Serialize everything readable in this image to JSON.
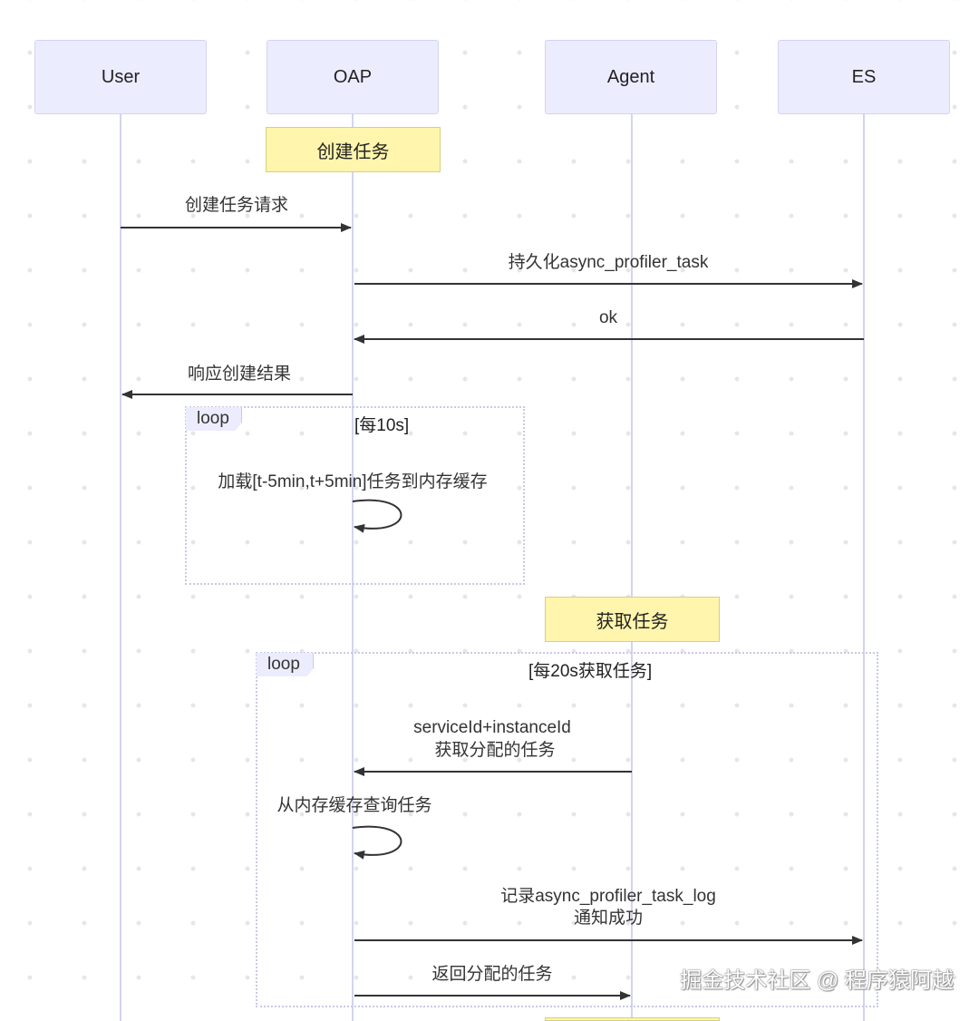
{
  "actors": [
    "User",
    "OAP",
    "Agent",
    "ES"
  ],
  "notes": {
    "create_task": "创建任务",
    "fetch_task": "获取任务"
  },
  "messages": {
    "m1": "创建任务请求",
    "m2": "持久化async_profiler_task",
    "m3": "ok",
    "m4": "响应创建结果",
    "m5": "加载[t-5min,t+5min]任务到内存缓存",
    "m6_line1": "serviceId+instanceId",
    "m6_line2": "获取分配的任务",
    "m7": "从内存缓存查询任务",
    "m8_line1": "记录async_profiler_task_log",
    "m8_line2": "通知成功",
    "m9": "返回分配的任务"
  },
  "loops": {
    "loop1": {
      "tag": "loop",
      "condition": "[每10s]"
    },
    "loop2": {
      "tag": "loop",
      "condition": "[每20s获取任务]"
    }
  },
  "watermark": "掘金技术社区 @ 程序猿阿越"
}
